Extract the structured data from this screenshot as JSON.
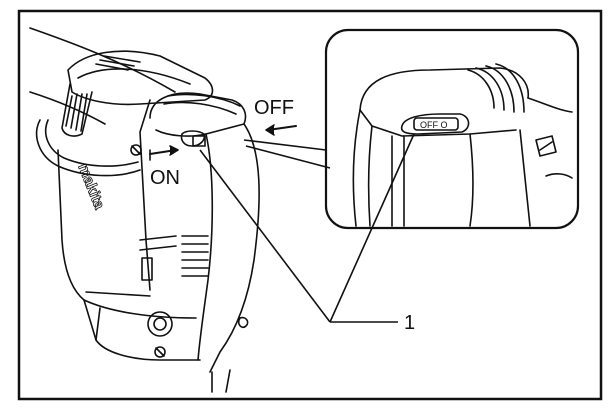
{
  "labels": {
    "off": "OFF",
    "on": "ON",
    "callout_number": "1",
    "switch_text": "OFF O",
    "brand": "makita"
  },
  "colors": {
    "line": "#111111",
    "background": "#ffffff"
  }
}
